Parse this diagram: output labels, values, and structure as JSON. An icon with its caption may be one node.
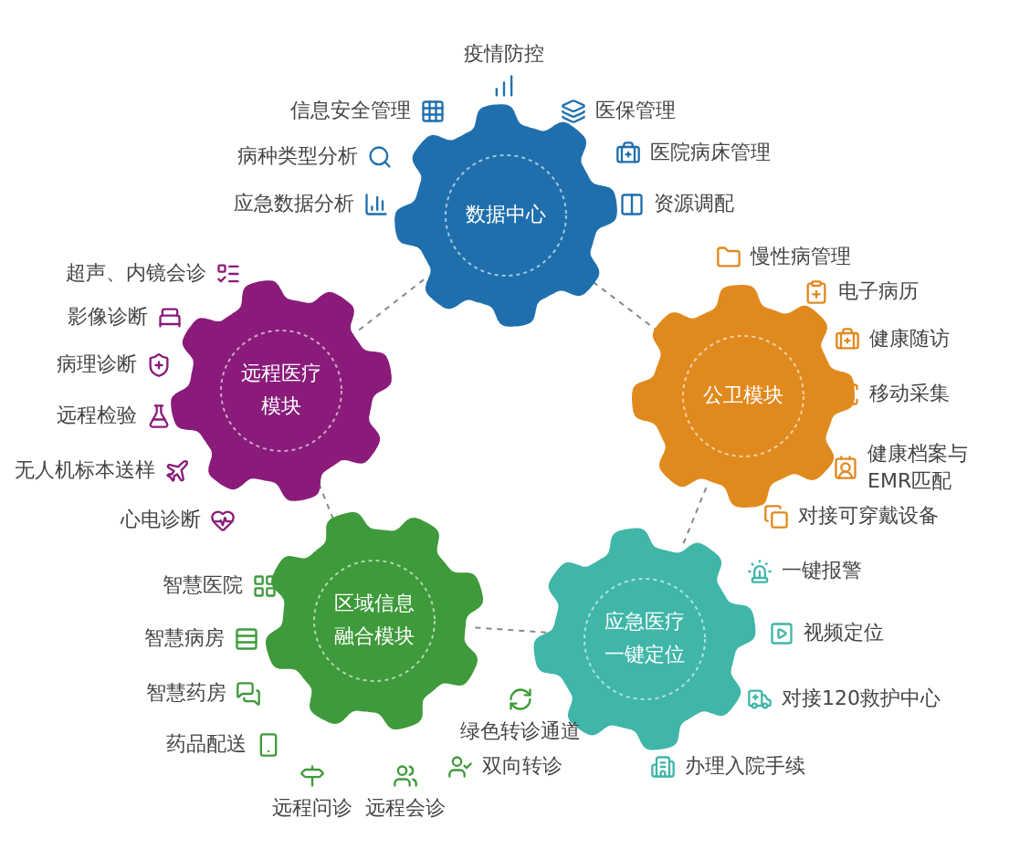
{
  "diagram": {
    "nodes": [
      {
        "text": [
          "数据中心"
        ]
      },
      {
        "text": [
          "远程医疗模块"
        ]
      },
      {
        "text": [
          "公卫模块"
        ]
      },
      {
        "text": [
          "区域信息融合模块"
        ]
      },
      {
        "text": [
          "应急医疗一键定位"
        ]
      }
    ],
    "edges": [
      {
        "from": 0,
        "to": 2,
        "arrow": "none",
        "style": "dashed"
      },
      {
        "from": 2,
        "to": 4,
        "arrow": "none",
        "style": "dashed"
      },
      {
        "from": 4,
        "to": 3,
        "arrow": "none",
        "style": "dashed"
      },
      {
        "from": 3,
        "to": 1,
        "arrow": "none",
        "style": "dashed"
      },
      {
        "from": 1,
        "to": 0,
        "arrow": "none",
        "style": "dashed"
      }
    ],
    "labels": [
      "疫情防控",
      "信息安全管理",
      "病种类型分析",
      "应急数据分析",
      "医保管理",
      "医院病床管理",
      "资源调配",
      "慢性病管理",
      "电子病历",
      "健康随访",
      "移动采集",
      "健康档案与EMR匹配",
      "对接可穿戴设备",
      "一键报警",
      "视频定位",
      "对接120救护中心",
      "办理入院手续",
      "双向转诊",
      "绿色转诊通道",
      "远程会诊",
      "远程问诊",
      "药品配送",
      "智慧药房",
      "智慧病房",
      "智慧医院",
      "心电诊断",
      "无人机标本送样",
      "远程检验",
      "病理诊断",
      "影像诊断",
      "超声、内镜会诊"
    ]
  }
}
